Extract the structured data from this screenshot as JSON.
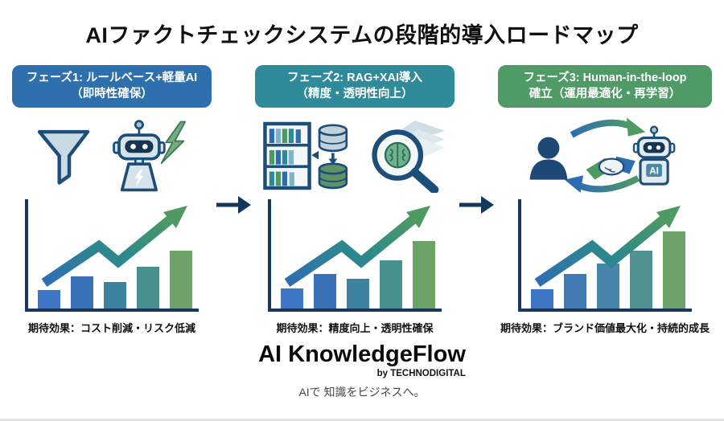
{
  "title": "AIファクトチェックシステムの段階的導入ロードマップ",
  "phases": [
    {
      "header_line1": "フェーズ1: ルールベース+軽量AI",
      "header_line2": "（即時性確保）",
      "header_color": "#2e6fad",
      "icons": [
        "funnel-icon",
        "lightweight-ai-robot-icon",
        "lightning-icon"
      ],
      "effect": "期待効果：コスト削減・リスク低減"
    },
    {
      "header_line1": "フェーズ2: RAG+XAI導入",
      "header_line2": "（精度・透明性向上）",
      "header_color": "#2f8a99",
      "icons": [
        "knowledge-base-bookshelf-icon",
        "database-icon",
        "xai-magnifier-brain-icon"
      ],
      "effect": "期待効果：精度向上・透明性確保"
    },
    {
      "header_line1": "フェーズ3: Human-in-the-loop",
      "header_line2": "確立（運用最適化・再学習）",
      "header_color": "#4f9a66",
      "icons": [
        "human-silhouette-icon",
        "handshake-icon",
        "ai-robot-icon",
        "loop-arrows-icon"
      ],
      "robot_label": "AI",
      "effect": "期待効果：ブランド価値最大化・持続的成長"
    }
  ],
  "connectors": {
    "arrow_color": "#14375c"
  },
  "chart_data": [
    {
      "type": "bar",
      "values": [
        18,
        31,
        26,
        41,
        56
      ],
      "ylim": [
        0,
        100
      ],
      "bar_colors": [
        "#3d76c4",
        "#3a72b8",
        "#3d83a0",
        "#47908e",
        "#6ca368"
      ],
      "trend_arrow": true,
      "axis_color": "#16385c",
      "grid": false
    },
    {
      "type": "bar",
      "values": [
        20,
        34,
        29,
        47,
        66
      ],
      "ylim": [
        0,
        100
      ],
      "bar_colors": [
        "#3d76c4",
        "#3a72b8",
        "#3d83a0",
        "#47908e",
        "#6ca368"
      ],
      "trend_arrow": true,
      "axis_color": "#16385c",
      "grid": false
    },
    {
      "type": "bar",
      "values": [
        19,
        34,
        44,
        56,
        75
      ],
      "ylim": [
        0,
        100
      ],
      "bar_colors": [
        "#3d76c4",
        "#4079b4",
        "#4786a8",
        "#4f9290",
        "#6ca368"
      ],
      "trend_arrow": true,
      "axis_color": "#16385c",
      "grid": false
    }
  ],
  "footer": {
    "brand": "AI KnowledgeFlow",
    "byline": "by TECHNODIGITAL",
    "tagline": "AIで 知識をビジネスへ。"
  }
}
